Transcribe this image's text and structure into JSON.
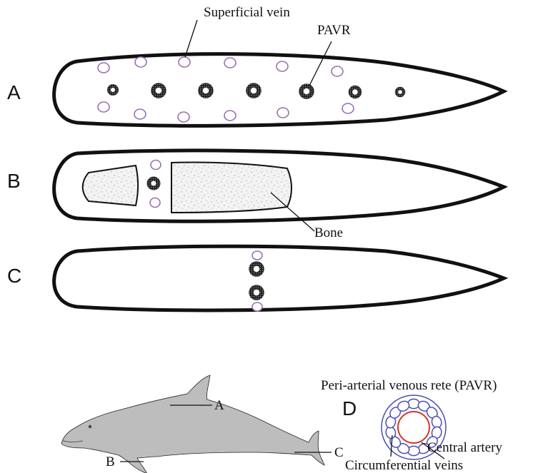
{
  "panels": [
    {
      "id": "A",
      "label": "A"
    },
    {
      "id": "B",
      "label": "B"
    },
    {
      "id": "C",
      "label": "C"
    },
    {
      "id": "D",
      "label": "D"
    }
  ],
  "annotations": {
    "superficial_vein": "Superficial vein",
    "pavr_short": "PAVR",
    "bone": "Bone",
    "pavr_full": "Peri-arterial venous rete (PAVR)",
    "central_artery": "Central artery",
    "circumferential_veins": "Circumferential veins"
  },
  "dolphin_labels": {
    "dorsal": "A",
    "flipper": "B",
    "fluke": "C"
  },
  "colors": {
    "outline": "#111111",
    "superficial_vein": "#9b6fb0",
    "pavr_ring": "#1a1a1a",
    "bone_fill": "#eeeeee",
    "dolphin_body": "#bdbdbd",
    "central_artery": "#d23a2a",
    "circumferential_vein": "#4a4fb0"
  }
}
